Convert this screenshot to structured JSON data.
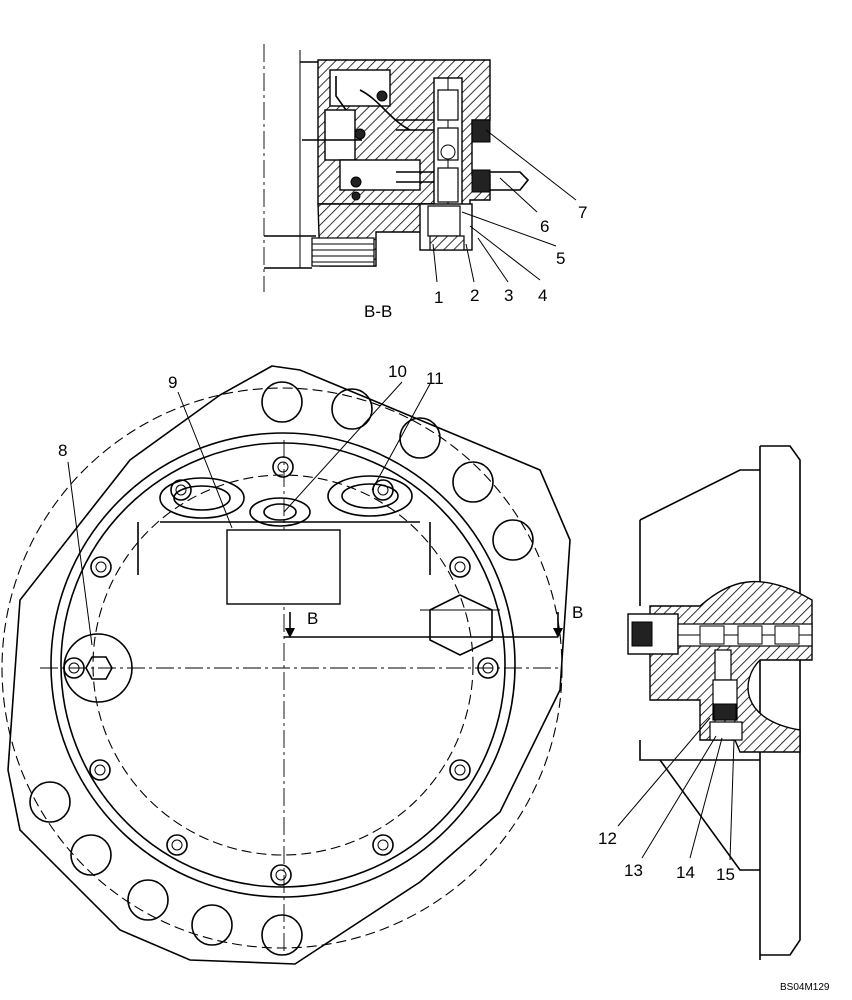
{
  "drawing": {
    "section_view_label": "B-B",
    "section_arrow_label_left": "B",
    "section_arrow_label_right": "B",
    "figure_code": "BS04M129"
  },
  "callouts": {
    "c1": "1",
    "c2": "2",
    "c3": "3",
    "c4": "4",
    "c5": "5",
    "c6": "6",
    "c7": "7",
    "c8": "8",
    "c9": "9",
    "c10": "10",
    "c11": "11",
    "c12": "12",
    "c13": "13",
    "c14": "14",
    "c15": "15"
  }
}
